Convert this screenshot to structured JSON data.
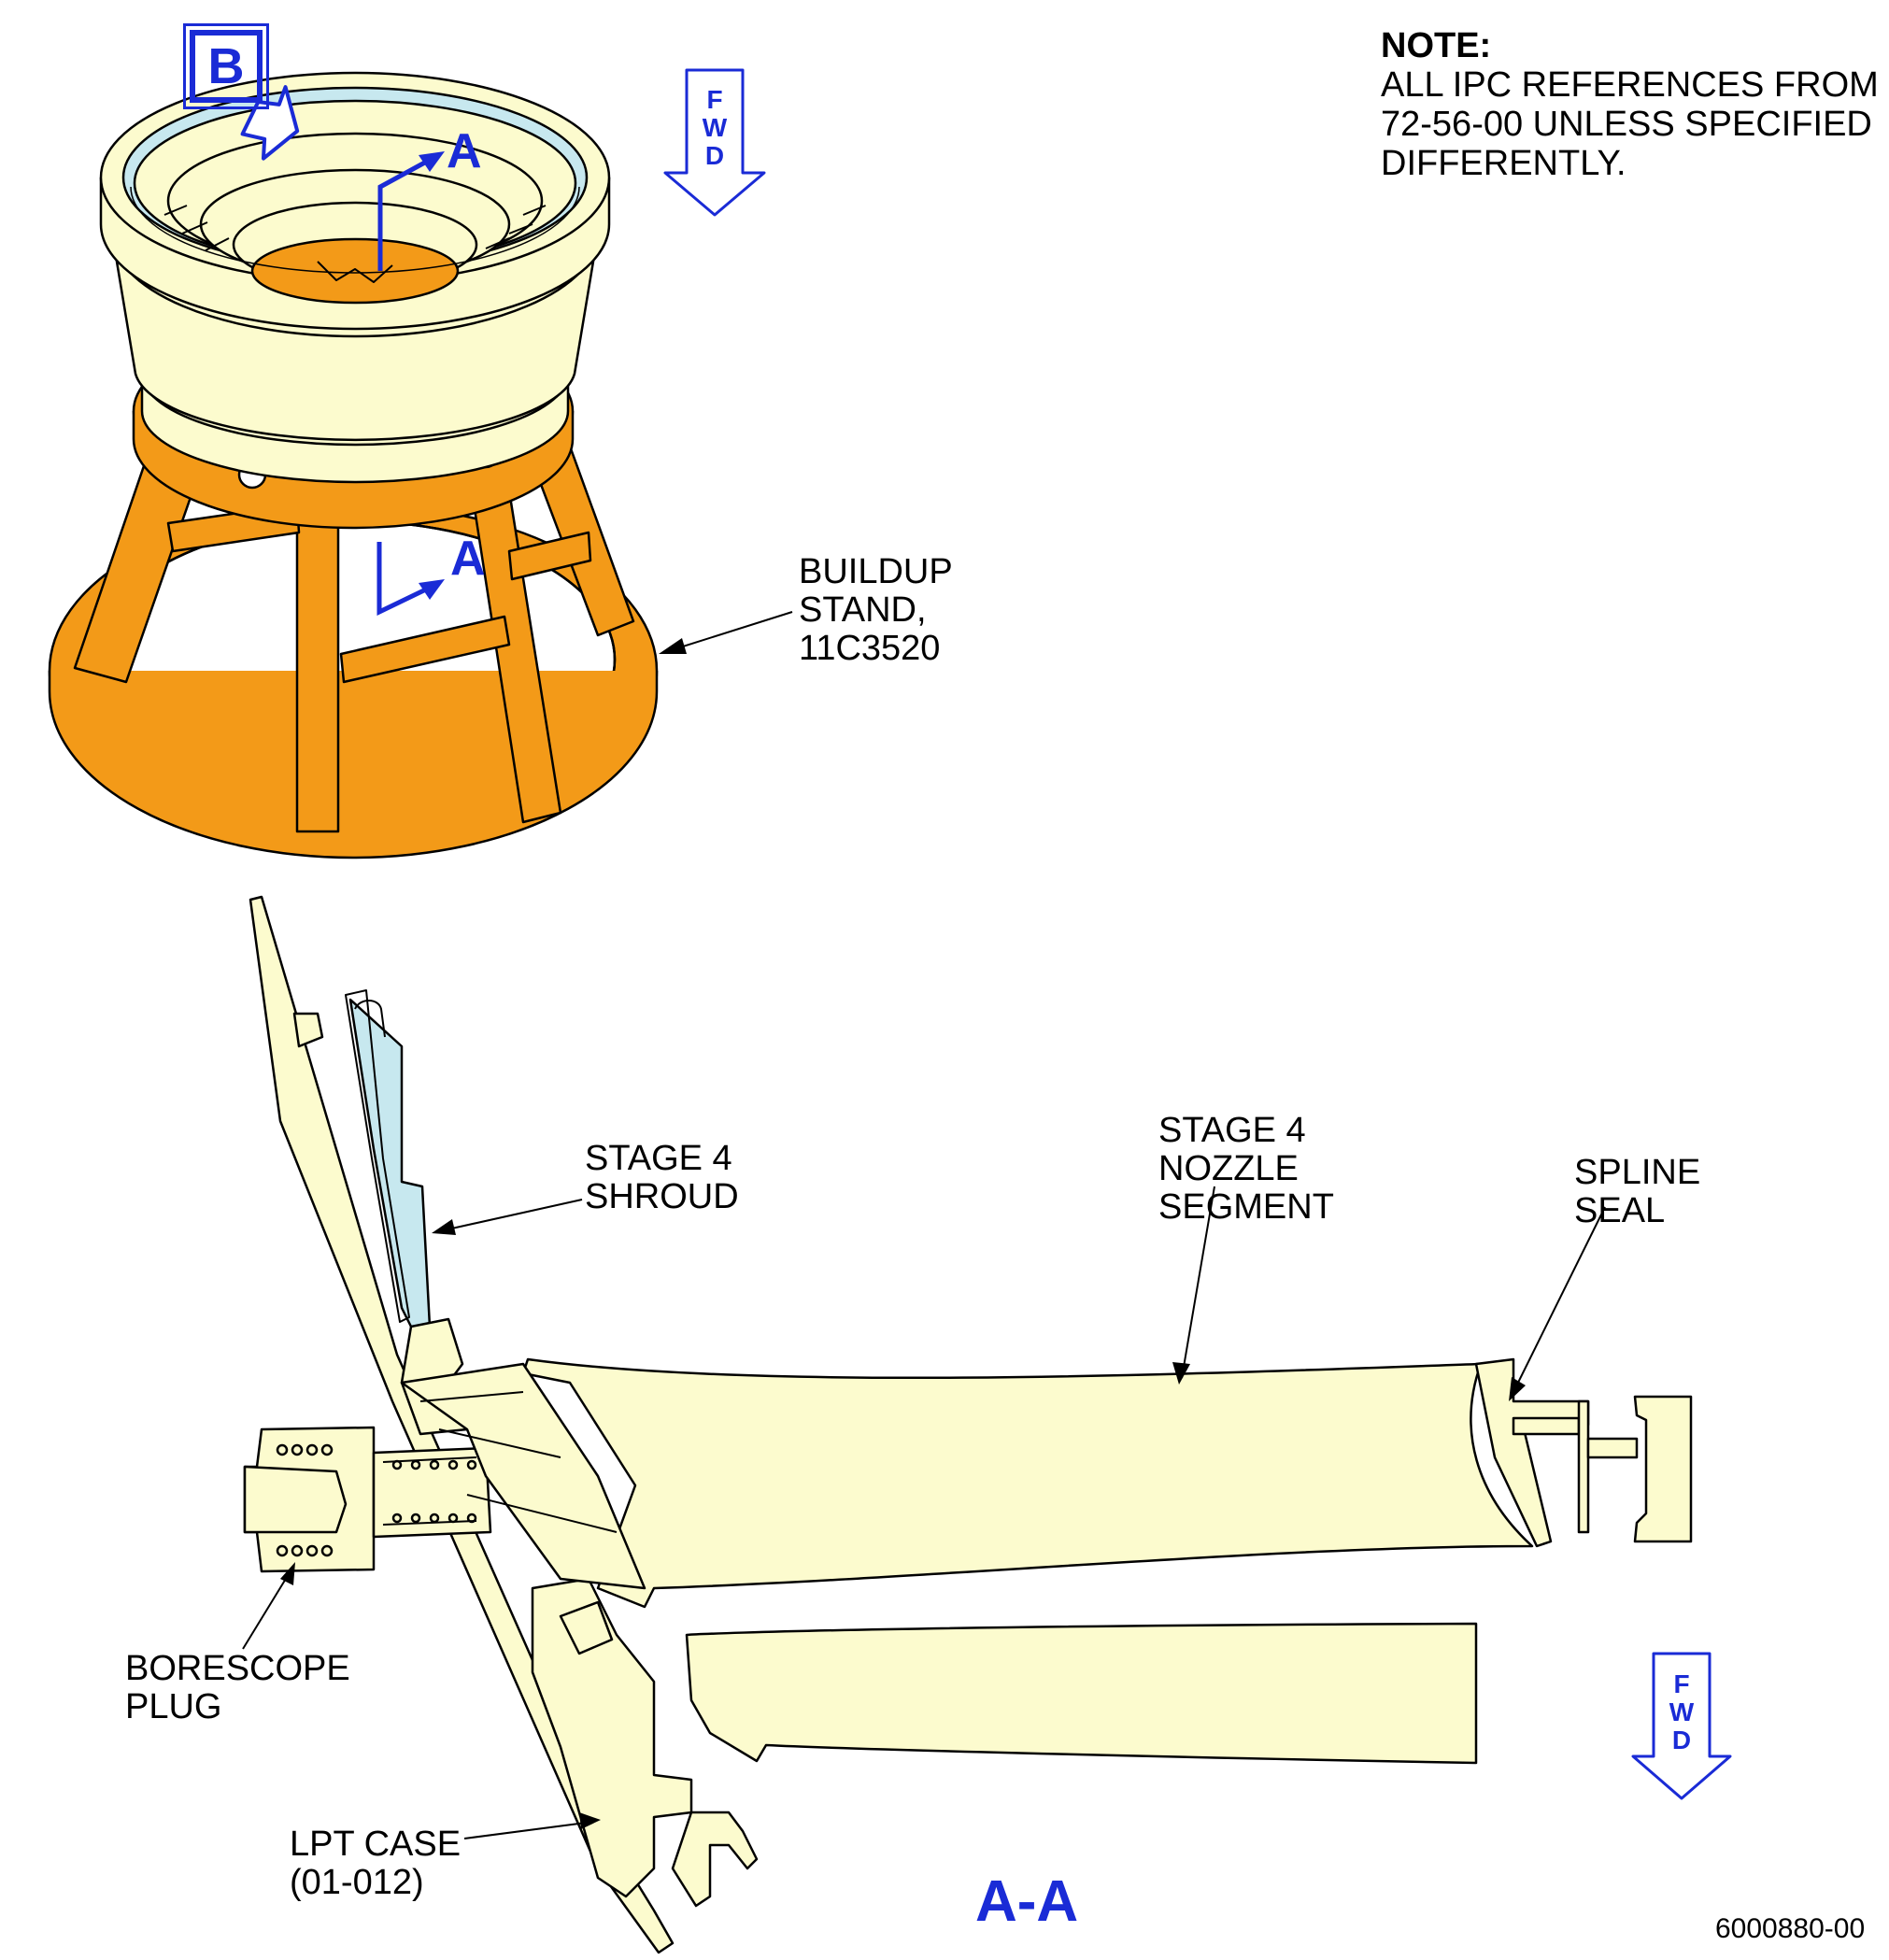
{
  "note": {
    "heading": "NOTE:",
    "body": "ALL IPC REFERENCES FROM\n72-56-00 UNLESS SPECIFIED\nDIFFERENTLY."
  },
  "callouts": {
    "detail": "B",
    "cut_top": "A",
    "cut_bottom": "A",
    "section_title": "A-A"
  },
  "fwd": {
    "top": [
      "F",
      "W",
      "D"
    ],
    "bottom": [
      "F",
      "W",
      "D"
    ]
  },
  "labels": {
    "buildup_stand": "BUILDUP\nSTAND,\n11C3520",
    "stage4_shroud": "STAGE 4\nSHROUD",
    "stage4_nozzle": "STAGE 4\nNOZZLE\nSEGMENT",
    "spline_seal": "SPLINE\nSEAL",
    "borescope_plug": "BORESCOPE\nPLUG",
    "lpt_case": "LPT CASE\n(01-012)"
  },
  "figure_number": "6000880-00",
  "colors": {
    "stand": "#f39a18",
    "casing": "#fcfbce",
    "shroud": "#c7e8ef",
    "callout_blue": "#1a2bd6",
    "outline": "#000000"
  }
}
